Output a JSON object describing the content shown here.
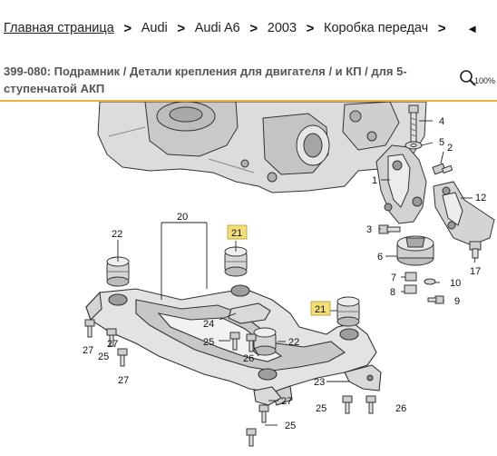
{
  "breadcrumb": {
    "items": [
      "Главная страница",
      "Audi",
      "Audi A6",
      "2003",
      "Коробка передач"
    ],
    "separator": ">",
    "back": "◄"
  },
  "header": {
    "title": "399-080: Подрамник / Детали крепления для двигателя / и КП / для 5-ступенчатой АКП",
    "zoom_label": "100%"
  },
  "colors": {
    "accent": "#e8b23a",
    "highlight": "#f2de7a"
  },
  "diagram": {
    "callouts": {
      "c1": "1",
      "c2": "2",
      "c3": "3",
      "c4": "4",
      "c5": "5",
      "c6": "6",
      "c7": "7",
      "c8": "8",
      "c9": "9",
      "c10": "10",
      "c12": "12",
      "c17": "17",
      "c20": "20",
      "c21a": "21",
      "c21b": "21",
      "c22a": "22",
      "c22b": "22",
      "c23": "23",
      "c24": "24",
      "c25a": "25",
      "c25b": "25",
      "c25c": "25",
      "c25d": "25",
      "c26a": "26",
      "c26b": "26",
      "c27a": "27",
      "c27b": "27",
      "c27c": "27",
      "c27d": "27"
    }
  }
}
